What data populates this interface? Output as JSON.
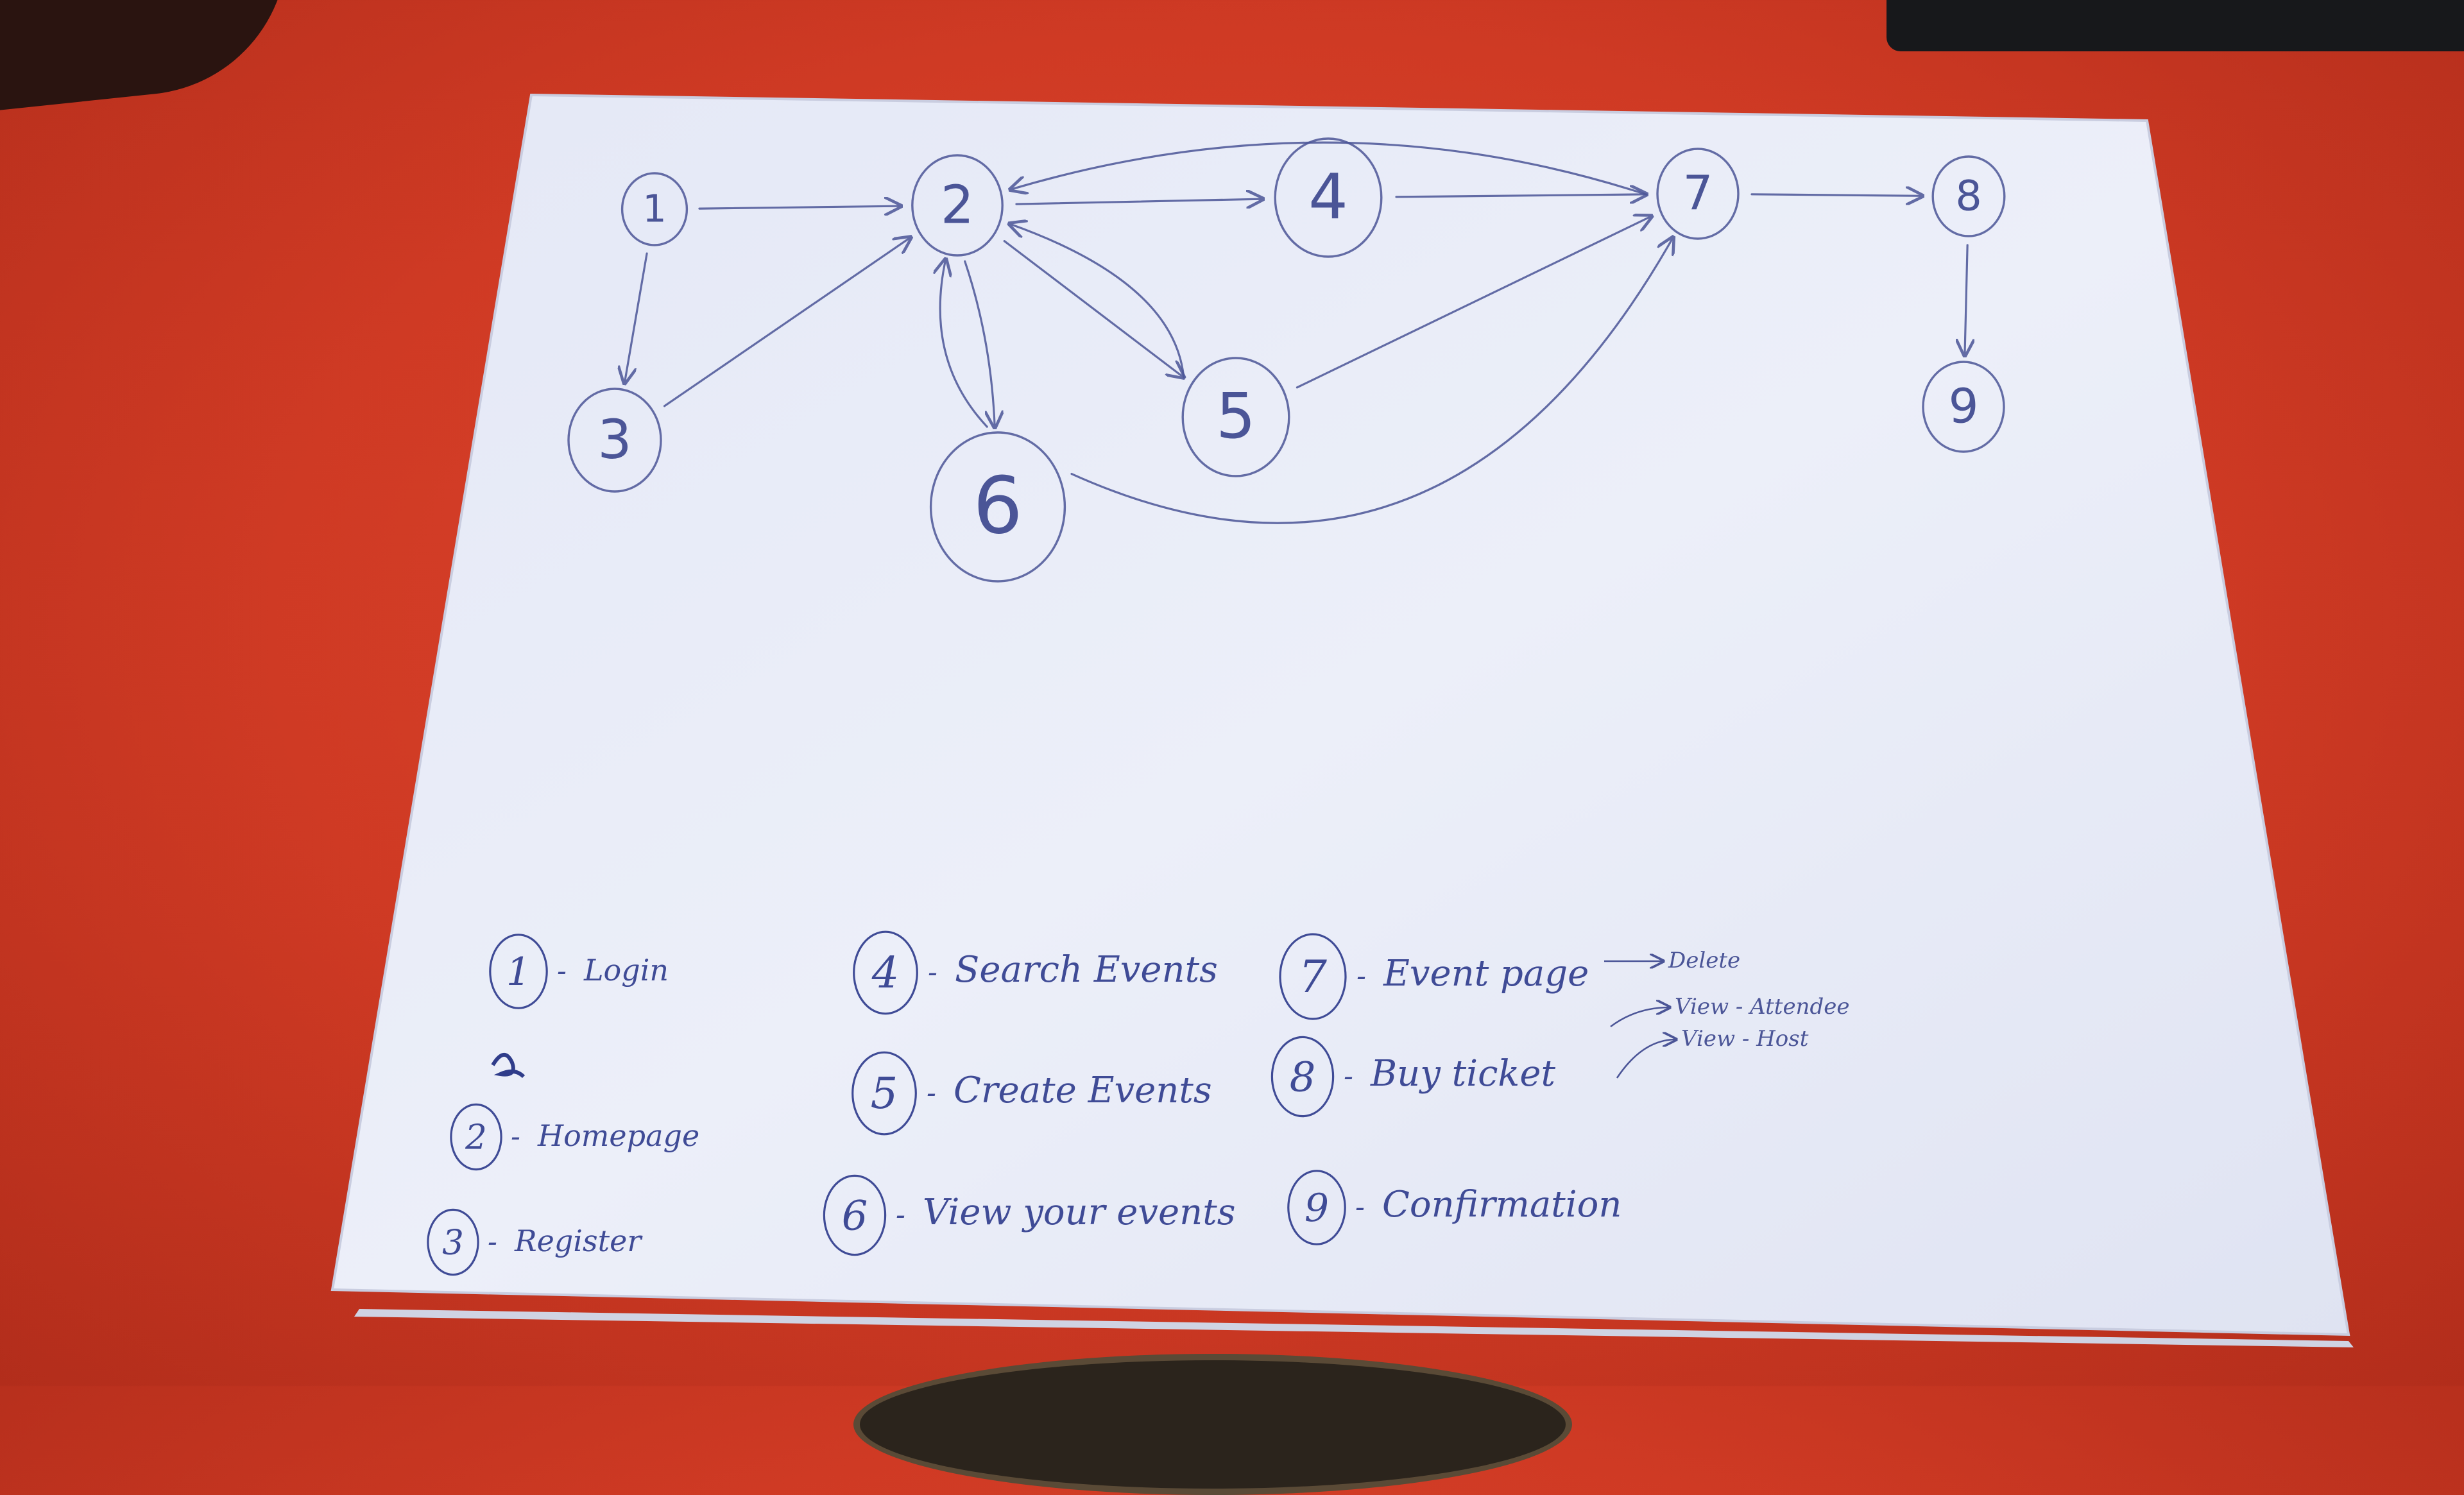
{
  "nodes": [
    {
      "id": "1",
      "label": "1"
    },
    {
      "id": "2",
      "label": "2"
    },
    {
      "id": "3",
      "label": "3"
    },
    {
      "id": "4",
      "label": "4"
    },
    {
      "id": "5",
      "label": "5"
    },
    {
      "id": "6",
      "label": "6"
    },
    {
      "id": "7",
      "label": "7"
    },
    {
      "id": "8",
      "label": "8"
    },
    {
      "id": "9",
      "label": "9"
    }
  ],
  "edges": [
    {
      "from": "1",
      "to": "2"
    },
    {
      "from": "1",
      "to": "3"
    },
    {
      "from": "3",
      "to": "2"
    },
    {
      "from": "2",
      "to": "4"
    },
    {
      "from": "4",
      "to": "7"
    },
    {
      "from": "7",
      "to": "2"
    },
    {
      "from": "2",
      "to": "5"
    },
    {
      "from": "5",
      "to": "2"
    },
    {
      "from": "2",
      "to": "6"
    },
    {
      "from": "6",
      "to": "2"
    },
    {
      "from": "5",
      "to": "7"
    },
    {
      "from": "6",
      "to": "7"
    },
    {
      "from": "7",
      "to": "8"
    },
    {
      "from": "8",
      "to": "9"
    }
  ],
  "legend": [
    {
      "number": "1",
      "text": "Login"
    },
    {
      "number": "2",
      "text": "Homepage"
    },
    {
      "number": "3",
      "text": "Register"
    },
    {
      "number": "4",
      "text": "Search Events"
    },
    {
      "number": "5",
      "text": "Create Events"
    },
    {
      "number": "6",
      "text": "View your events"
    },
    {
      "number": "7",
      "text": "Event page"
    },
    {
      "number": "8",
      "text": "Buy ticket"
    },
    {
      "number": "9",
      "text": "Confirmation"
    }
  ],
  "event_page_actions": [
    "Delete",
    "View - Attendee",
    "View - Host"
  ],
  "ink_color": "#4b5597",
  "paper_color": "#e9ecf8",
  "table_color": "#d6412a"
}
